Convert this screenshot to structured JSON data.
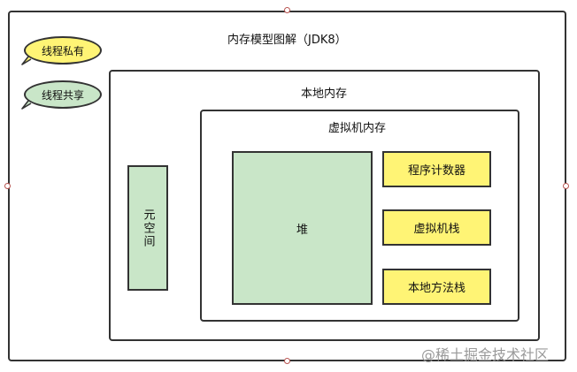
{
  "diagram": {
    "outer_title": "内存模型图解（JDK8）",
    "native_title": "本地内存",
    "jvm_title": "虚拟机内存",
    "metaspace": "元空间",
    "heap": "堆",
    "program_counter": "程序计数器",
    "vm_stack": "虚拟机栈",
    "native_method_stack": "本地方法栈"
  },
  "legend": {
    "private_label": "线程私有",
    "shared_label": "线程共享"
  },
  "colors": {
    "private": "#fff475",
    "shared": "#c9e6c8",
    "border": "#333333"
  },
  "watermark": "@稀土掘金技术社区"
}
